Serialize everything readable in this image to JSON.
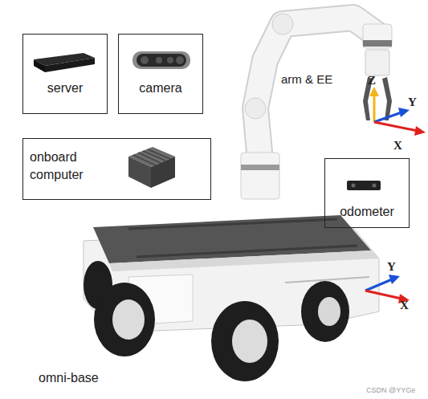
{
  "diagram": {
    "nodes": [
      {
        "text": [
          "server"
        ]
      },
      {
        "text": [
          "camera"
        ]
      },
      {
        "text": [
          "onboard computer"
        ]
      },
      {
        "text": [
          "odometer"
        ]
      }
    ],
    "labels": [
      "arm & EE",
      "Z",
      "Y",
      "X",
      "Y",
      "X",
      "omni-base",
      "CSDN @YYGe"
    ]
  }
}
